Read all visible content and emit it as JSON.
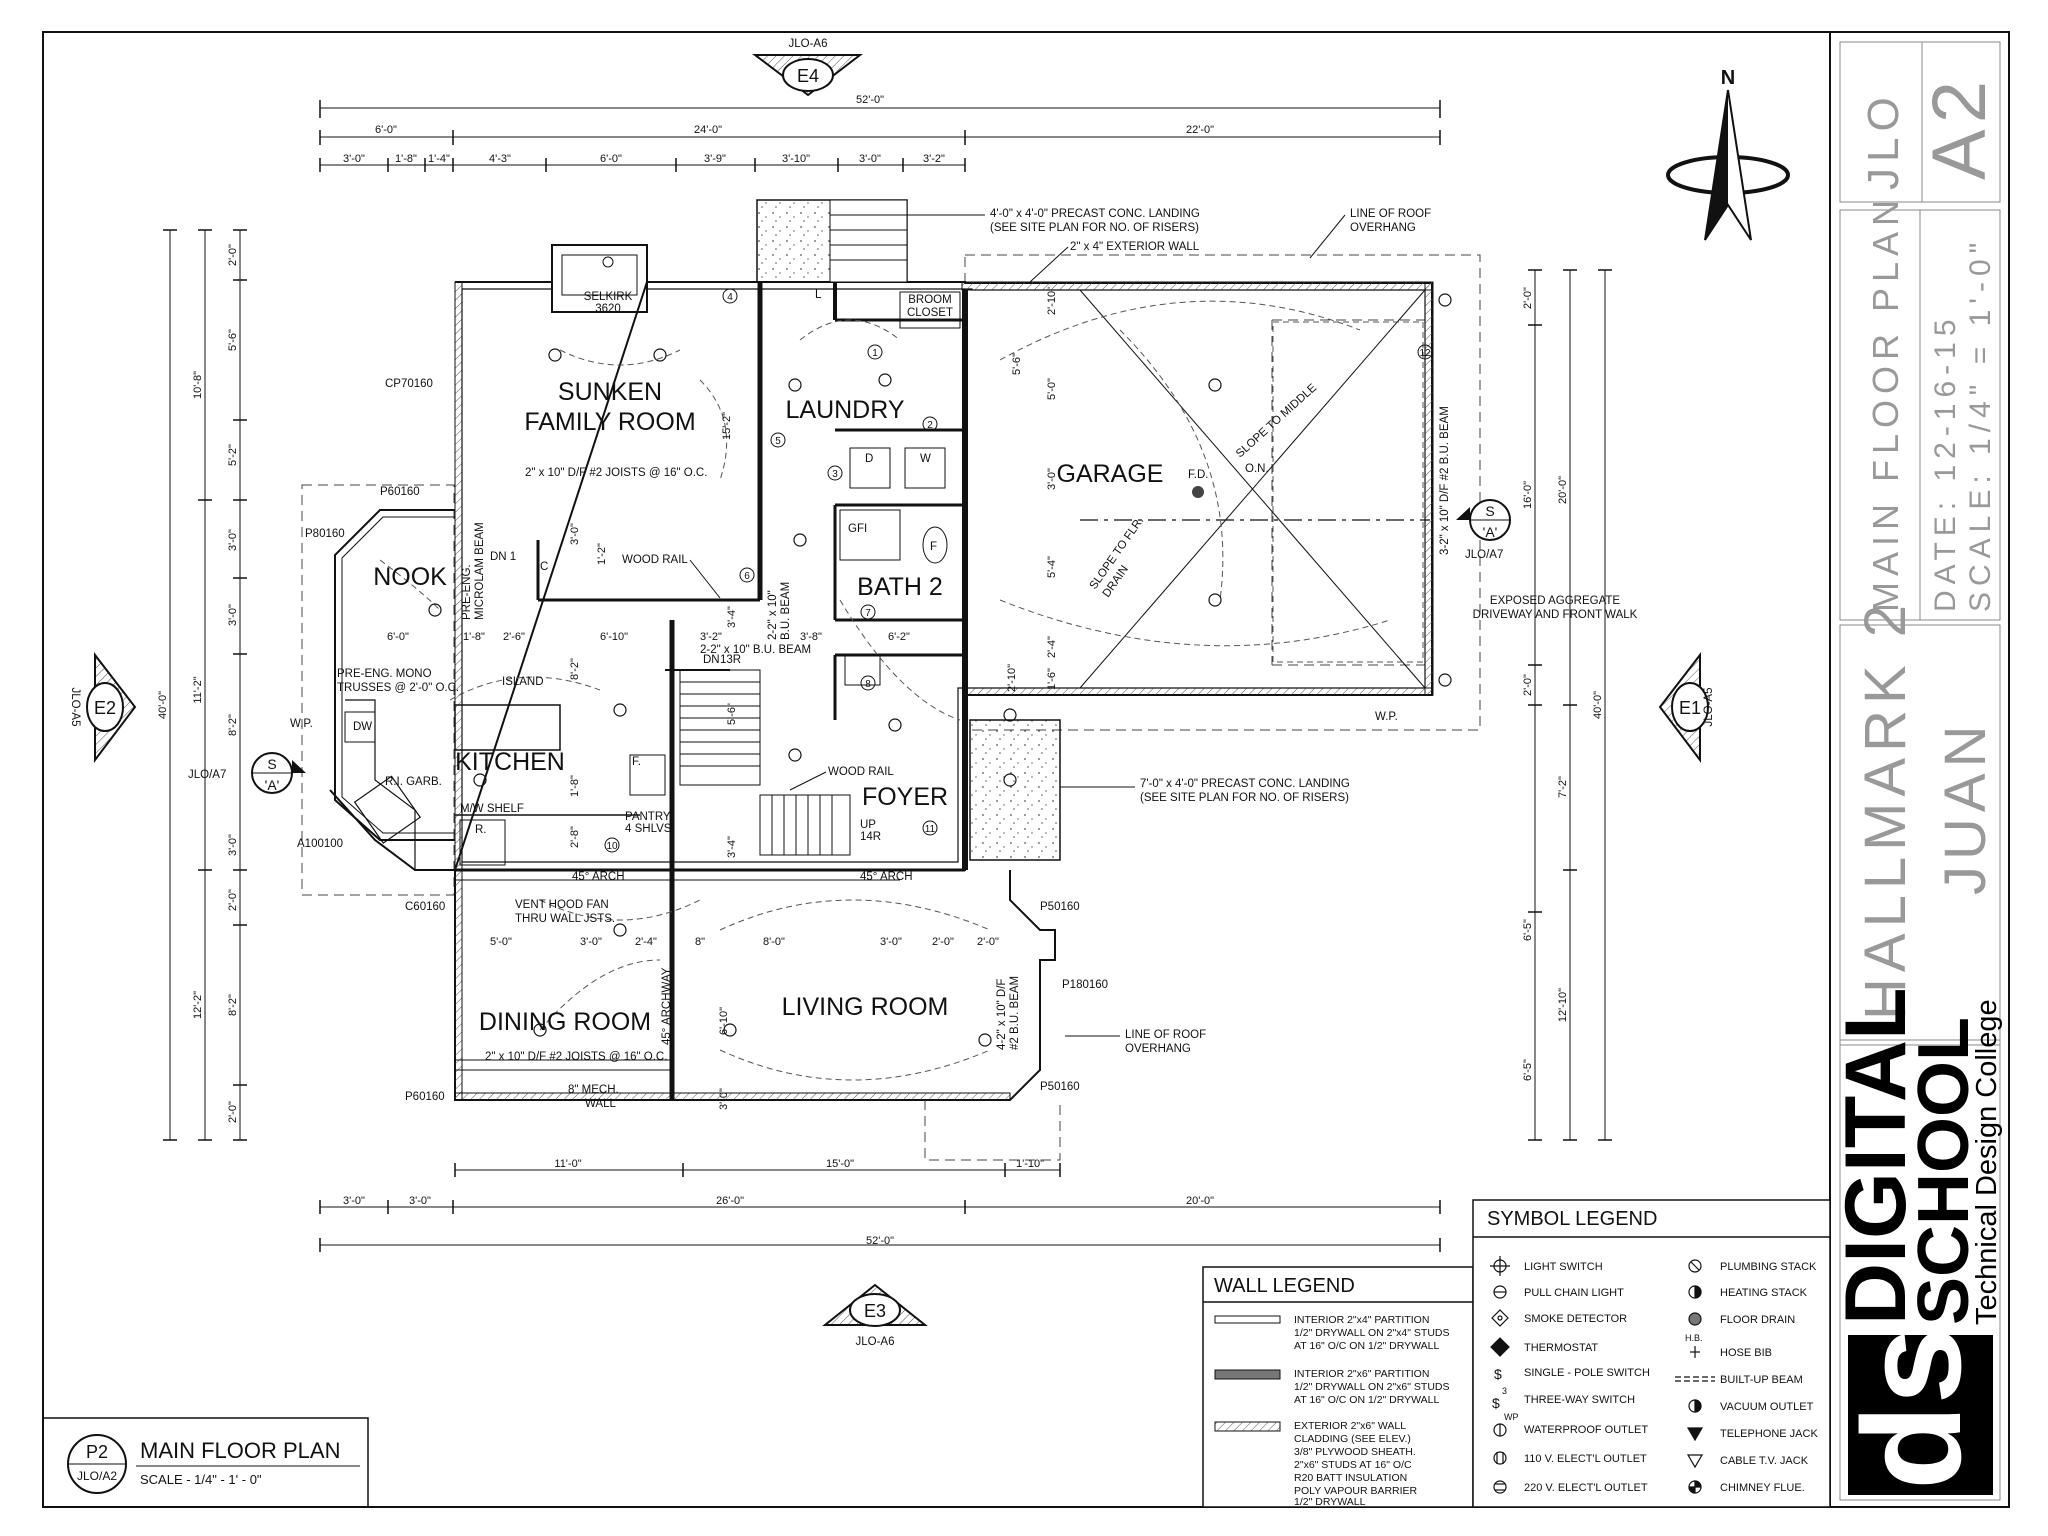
{
  "title_block": {
    "sheet_code": "JLO",
    "sheet_number": "A2",
    "plan_title": "MAIN FLOOR PLAN",
    "date": "DATE: 12-16-15",
    "scale": "SCALE: 1/4\" = 1'-0\"",
    "project": "HALLMARK 2",
    "designer": "JUAN",
    "logo_text": [
      "DIGITAL",
      "SCHOOL",
      "Technical Design College",
      "ds"
    ]
  },
  "drawing_label": {
    "ref_top": "P2",
    "ref_bottom": "JLO/A2",
    "title": "MAIN FLOOR PLAN",
    "scale": "SCALE - 1/4\" - 1' - 0\""
  },
  "north": "N",
  "elevations": {
    "e4": {
      "label": "E4",
      "ref": "JLO-A6"
    },
    "e3": {
      "label": "E3",
      "ref": "JLO-A6"
    },
    "e2": {
      "label": "E2",
      "ref": "JLO-A5"
    },
    "e1": {
      "label": "E1",
      "ref": "JLO-A5"
    }
  },
  "sections": {
    "left": {
      "label": "S",
      "mark": "'A'",
      "ref": "JLO/A7"
    },
    "right": {
      "label": "S",
      "mark": "'A'",
      "ref": "JLO/A7"
    }
  },
  "rooms": {
    "sunken_family": [
      "SUNKEN",
      "FAMILY ROOM"
    ],
    "laundry": "LAUNDRY",
    "garage": "GARAGE",
    "nook": "NOOK",
    "bath2": "BATH 2",
    "kitchen": "KITCHEN",
    "foyer": "FOYER",
    "dining": "DINING ROOM",
    "living": "LIVING ROOM"
  },
  "dimensions": {
    "top_overall": "52'-0\"",
    "top_row2": [
      "6'-0\"",
      "24'-0\"",
      "22'-0\""
    ],
    "top_row3": [
      "3'-0\"",
      "1'-8\"",
      "1'-4\"",
      "4'-3\"",
      "6'-0\"",
      "3'-9\"",
      "3'-10\"",
      "3'-0\"",
      "3'-2\""
    ],
    "bottom_overall": "52'-0\"",
    "bottom_row2": [
      "3'-0\"",
      "3'-0\"",
      "26'-0\"",
      "20'-0\""
    ],
    "bottom_row1": [
      "11'-0\"",
      "15'-0\"",
      "1'-10\""
    ],
    "left_overall": "40'-0\"",
    "left_row2": [
      "10'-8\"",
      "11'-2\"",
      "12'-2\""
    ],
    "left_row3": [
      "2'-0\"",
      "5'-6\"",
      "5'-2\"",
      "3'-0\"",
      "3'-0\"",
      "8'-2\"",
      "3'-0\"",
      "2'-0\"",
      "8'-2\"",
      "2'-0\""
    ],
    "right_overall": "40'-0\"",
    "right_row2": [
      "20'-0\"",
      "7'-2\"",
      "12'-10\""
    ],
    "right_row1": [
      "2'-0\"",
      "16'-0\"",
      "2'-0\"",
      "6'-5\"",
      "6'-5\""
    ],
    "interior": [
      "6'-0\"",
      "1'-8\"",
      "2'-6\"",
      "6'-10\"",
      "3'-2\"",
      "3'-8\"",
      "6'-2\"",
      "5'-0\"",
      "3'-0\"",
      "2'-4\"",
      "8'-0\"",
      "3'-0\"",
      "2'-0\"",
      "2'-0\"",
      "6'-10\"",
      "3'-0\"",
      "15'-2\"",
      "8'-2\"",
      "1'-8\"",
      "2'-8\"",
      "5'-6\"",
      "3'-4\"",
      "3'-4\"",
      "2'-10\"",
      "5'-6\"",
      "5'-0\"",
      "3'-0\"",
      "5'-4\"",
      "2'-4\"",
      "1'-6\"",
      "2'-10\"",
      "1'-2\"",
      "3'-0\"",
      "8\""
    ]
  },
  "notes": {
    "landing_top": [
      "4'-0\" x 4'-0\" PRECAST CONC. LANDING",
      "(SEE SITE PLAN FOR NO. OF RISERS)"
    ],
    "ext_wall": "2\" x 4\" EXTERIOR WALL",
    "roof_overhang_top": [
      "LINE OF ROOF",
      "OVERHANG"
    ],
    "roof_overhang_bottom": [
      "LINE OF ROOF",
      "OVERHANG"
    ],
    "landing_right": [
      "7'-0\" x 4'-0\" PRECAST CONC. LANDING",
      "(SEE SITE PLAN FOR NO. OF RISERS)"
    ],
    "driveway": [
      "EXPOSED AGGREGATE",
      "DRIVEWAY AND FRONT WALK"
    ],
    "selkirk": [
      "SELKIRK",
      "3620"
    ],
    "broom_closet": [
      "BROOM",
      "CLOSET"
    ],
    "joists_family": "2\" x 10\" D/F #2 JOISTS @ 16\" O.C.",
    "joists_dining": "2\" x 10\" D/F #2 JOISTS @ 16\" O.C.",
    "wood_rail_1": "WOOD RAIL",
    "wood_rail_2": "WOOD RAIL",
    "microlam": [
      "PRE-ENG.",
      "MICROLAM BEAM"
    ],
    "bu_beam_1": [
      "2-2\" x 10\"",
      "B.U. BEAM"
    ],
    "bu_beam_2": [
      "2-2\" x 10\" B.U. BEAM"
    ],
    "bu_beam_garage": "3-2\" x 10\" D/F #2 B.U. BEAM",
    "bu_beam_living": [
      "4-2\" x 10\" D/F",
      "#2 B.U. BEAM"
    ],
    "mono_trusses": [
      "PRE-ENG. MONO",
      "TRUSSES @ 2'-0\" O.C."
    ],
    "island": "ISLAND",
    "ri_garb": "R.I. GARB.",
    "mw_shelf": "M/W SHELF",
    "range": "R.",
    "fridge": "F.",
    "pantry": [
      "PANTRY",
      "4 SHLVS."
    ],
    "dn13r": [
      "DN",
      "13R"
    ],
    "up14r": [
      "UP",
      "14R"
    ],
    "dn1": "DN 1",
    "arch_left": "45° ARCH",
    "arch_right": "45° ARCH",
    "vent_hood": [
      "VENT HOOD FAN",
      "THRU WALL JSTS."
    ],
    "mech_wall": [
      "8\" MECH.",
      "WALL"
    ],
    "archway": "45° ARCHWAY",
    "slope_middle": "SLOPE TO MIDDLE",
    "slope_drain": [
      "SLOPE TO FLR.",
      "DRAIN"
    ],
    "fd": "F.D.",
    "on": "O.N.",
    "wp_left": "W.P.",
    "wp_right": "W.P.",
    "dw": "DW",
    "gfi": "GFI",
    "toilet": "F",
    "washer": "W",
    "dryer": "D",
    "l": "L",
    "c": "C",
    "nums": [
      "1",
      "2",
      "3",
      "4",
      "5",
      "6",
      "7",
      "8",
      "9",
      "10",
      "11",
      "12"
    ]
  },
  "windows": {
    "cp70160": "CP70160",
    "p60160_nook": "P60160",
    "p80160": "P80160",
    "a100100": "A100100",
    "c60160": "C60160",
    "p60160_dining": "P60160",
    "p50160_top": "P50160",
    "p180160": "P180160",
    "p50160_bottom": "P50160"
  },
  "wall_legend": {
    "title": "WALL LEGEND",
    "items": [
      [
        "INTERIOR 2\"x4\" PARTITION",
        "1/2\" DRYWALL ON 2\"x4\" STUDS",
        "AT 16\" O/C ON 1/2\" DRYWALL"
      ],
      [
        "INTERIOR 2\"x6\" PARTITION",
        "1/2\" DRYWALL ON 2\"x6\" STUDS",
        "AT 16\" O/C ON 1/2\" DRYWALL"
      ],
      [
        "EXTERIOR 2\"x6\" WALL",
        "CLADDING (SEE ELEV.)",
        "3/8\" PLYWOOD SHEATH.",
        "2\"x6\" STUDS AT 16\" O/C",
        "R20 BATT INSULATION",
        "POLY VAPOUR BARRIER",
        "1/2\" DRYWALL"
      ]
    ]
  },
  "symbol_legend": {
    "title": "SYMBOL LEGEND",
    "left": [
      "LIGHT SWITCH",
      "PULL CHAIN LIGHT",
      "SMOKE DETECTOR",
      "THERMOSTAT",
      "SINGLE - POLE SWITCH",
      "THREE-WAY SWITCH",
      "WATERPROOF OUTLET",
      "110 V. ELECT'L OUTLET",
      "220 V. ELECT'L OUTLET"
    ],
    "right": [
      "PLUMBING STACK",
      "HEATING STACK",
      "FLOOR DRAIN",
      "HOSE BIB",
      "BUILT-UP BEAM",
      "VACUUM OUTLET",
      "TELEPHONE JACK",
      "CABLE T.V. JACK",
      "CHIMNEY FLUE."
    ],
    "glyphs": [
      "$",
      "3",
      "WP",
      "H.B."
    ]
  }
}
